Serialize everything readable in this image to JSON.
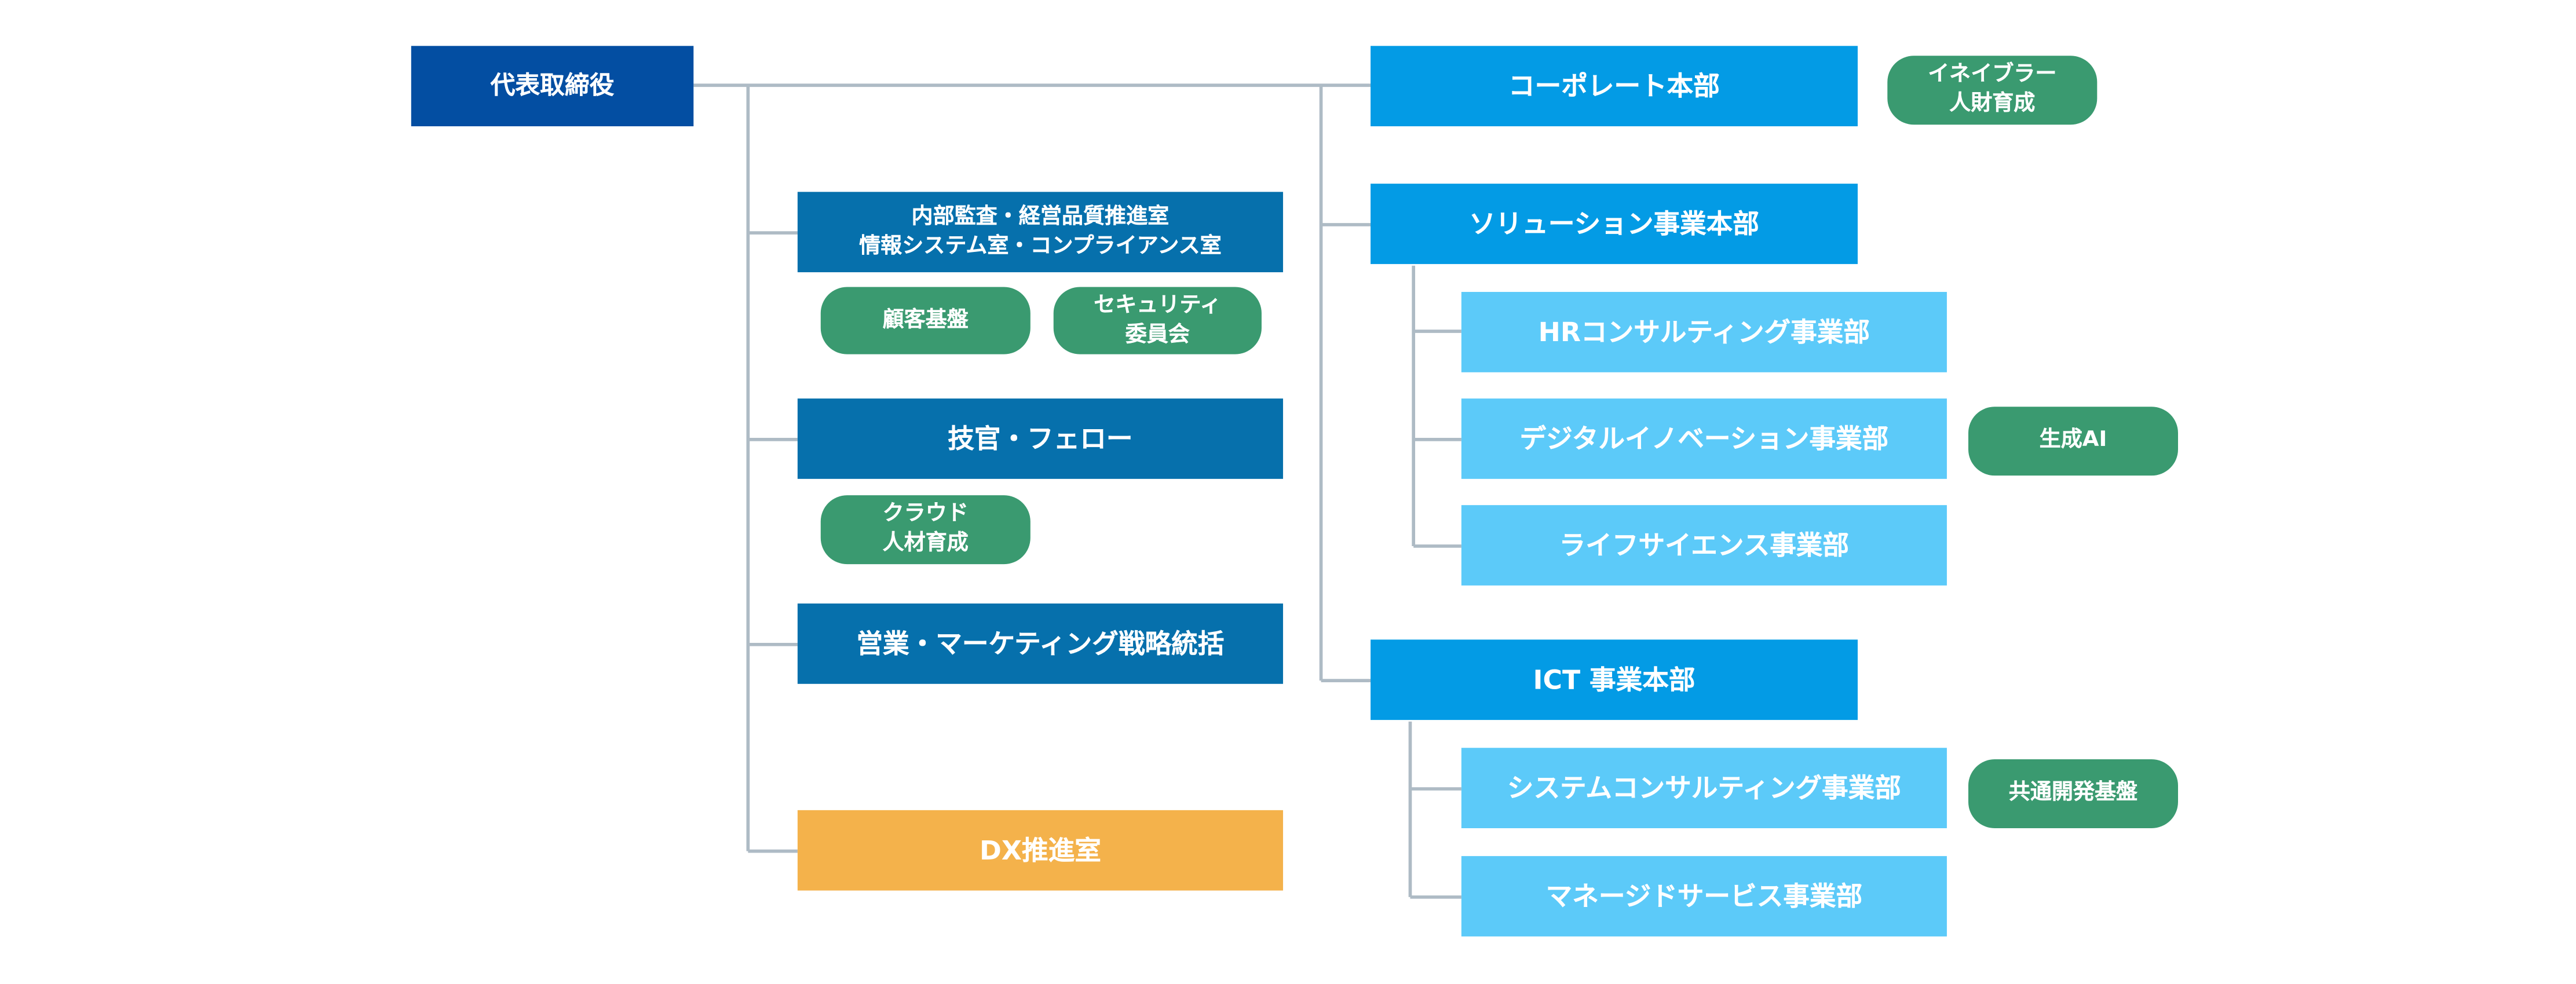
{
  "ceo": {
    "label": "代表取締役"
  },
  "staff": {
    "audit": {
      "label": "内部監査・経営品質推進室\n情報システム室・コンプライアンス室"
    },
    "fellow": {
      "label": "技官・フェロー"
    },
    "marketing": {
      "label": "営業・マーケティング戦略統括"
    },
    "dx": {
      "label": "DX推進室"
    }
  },
  "staff_tags": {
    "customer_base": {
      "label": "顧客基盤"
    },
    "security_committee": {
      "label": "セキュリティ\n委員会"
    },
    "cloud_hr": {
      "label": "クラウド\n人材育成"
    }
  },
  "headquarters": {
    "corporate": {
      "label": "コーポレート本部"
    },
    "solution": {
      "label": "ソリューション事業本部"
    },
    "ict": {
      "label": "ICT 事業本部"
    }
  },
  "divisions": {
    "hr_consulting": {
      "label": "HRコンサルティング事業部"
    },
    "digital_innovation": {
      "label": "デジタルイノベーション事業部"
    },
    "life_science": {
      "label": "ライフサイエンス事業部"
    },
    "system_consulting": {
      "label": "システムコンサルティング事業部"
    },
    "managed_service": {
      "label": "マネージドサービス事業部"
    }
  },
  "hq_tags": {
    "enabler_hr": {
      "label": "イネイブラー\n人財育成"
    },
    "gen_ai": {
      "label": "生成AI"
    },
    "common_platform": {
      "label": "共通開発基盤"
    }
  },
  "colors": {
    "ceo": "#034ea2",
    "staff": "#0670ac",
    "headquarters": "#039be5",
    "division": "#5ccaf9",
    "dx": "#f4b24b",
    "tag": "#3a9a70",
    "connector": "#aebbc5"
  }
}
